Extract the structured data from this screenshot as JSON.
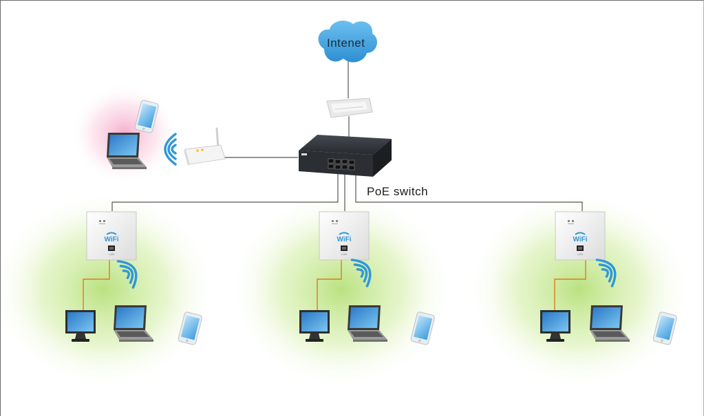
{
  "labels": {
    "internet": "Intenet",
    "poe_switch": "PoE switch",
    "wifi_text": "WiFi",
    "lan_text": "LAN"
  },
  "colors": {
    "cloud": "#4aa8e0",
    "wifi_waves": "#2f98d8",
    "uplink_cable": "#555555",
    "lan_cable": "#e07a1a",
    "cell_glow": "#b6e07a",
    "laptop_glow": "#f6a8c8",
    "switch_body": "#2b2f33"
  },
  "icons": [
    "internet-cloud-icon",
    "modem-icon",
    "poe-switch-icon",
    "wireless-router-icon",
    "laptop-icon",
    "smartphone-icon",
    "wall-access-point-icon",
    "desktop-monitor-icon",
    "wifi-waves-icon"
  ]
}
